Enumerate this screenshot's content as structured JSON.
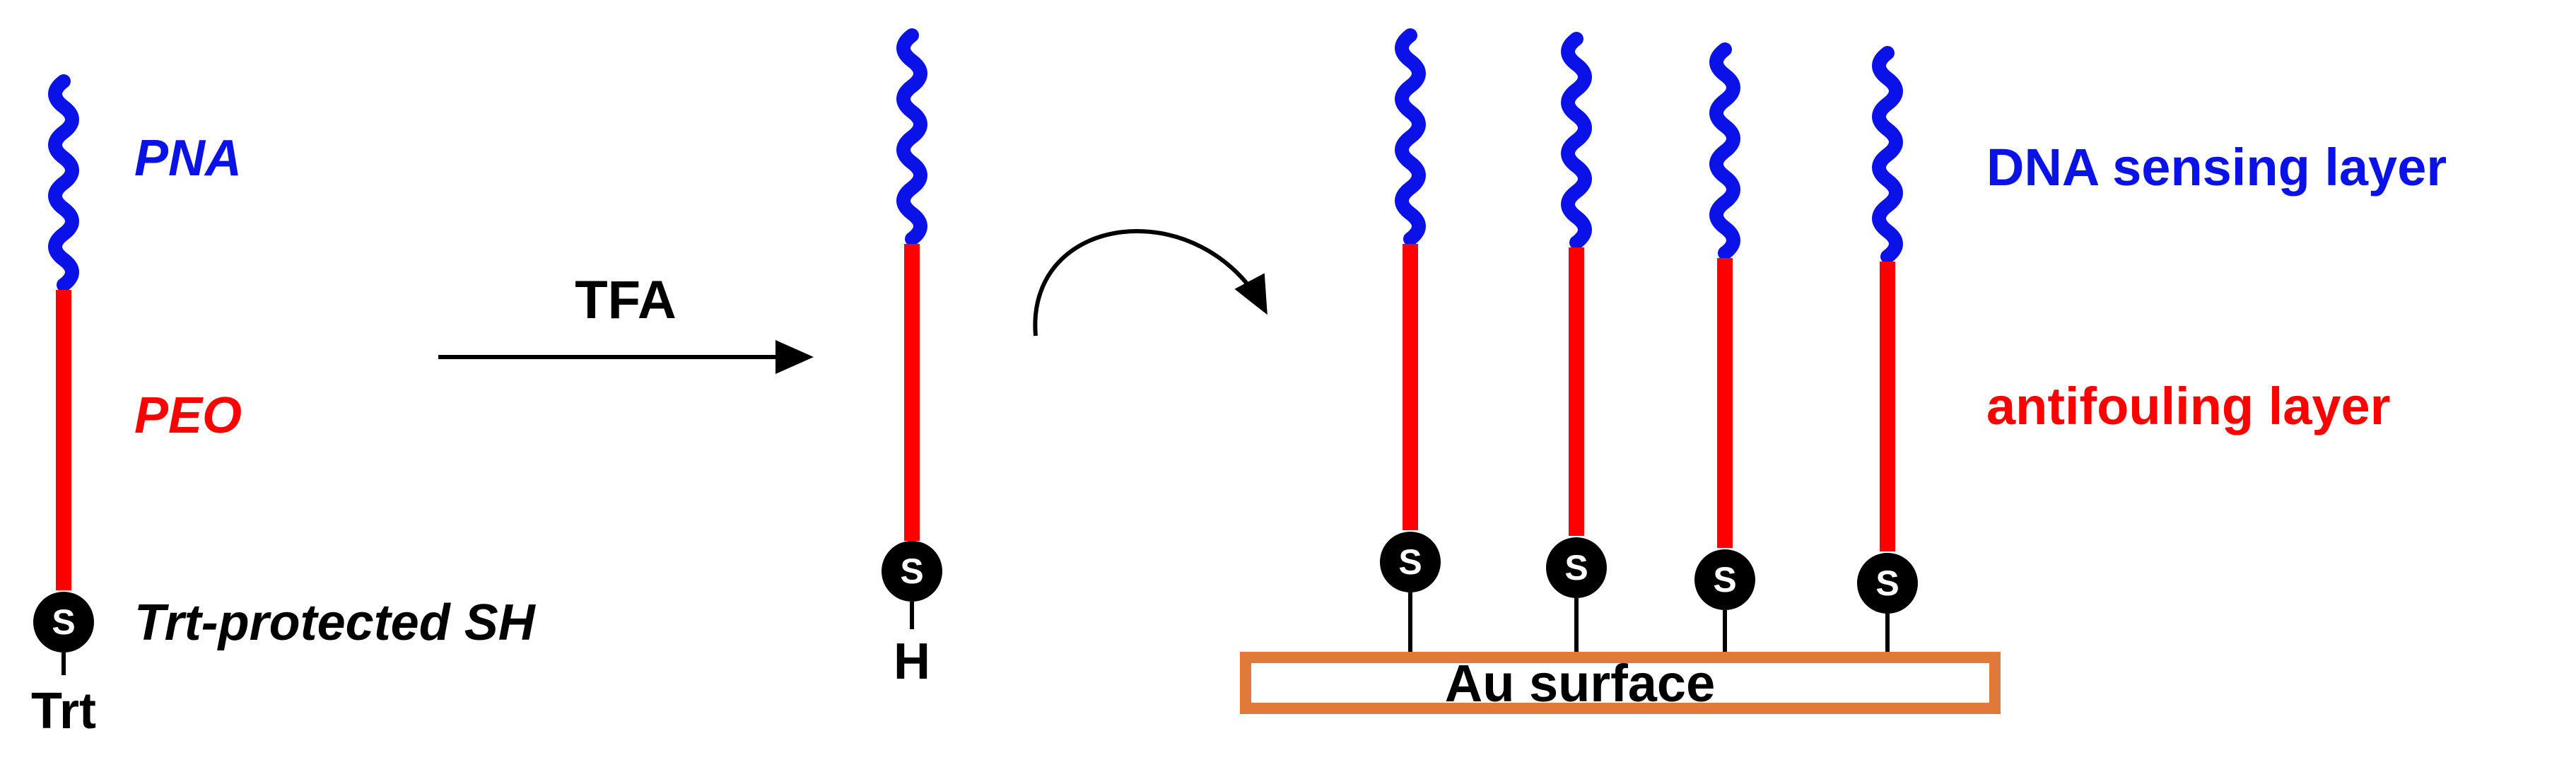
{
  "colors": {
    "pna": "#0a12e8",
    "peo": "#ff0000",
    "sulfur_fill": "#000000",
    "sulfur_text": "#ffffff",
    "text": "#000000",
    "surface_edge": "#e07a3a",
    "surface_fill": "#ffffff"
  },
  "labels": {
    "pna": "PNA",
    "peo": "PEO",
    "protected": "Trt-protected SH",
    "trt": "Trt",
    "reagent": "TFA",
    "h": "H",
    "sulfur": "S",
    "sensing": "DNA sensing layer",
    "antifouling": "antifouling layer",
    "surface": "Au surface"
  }
}
